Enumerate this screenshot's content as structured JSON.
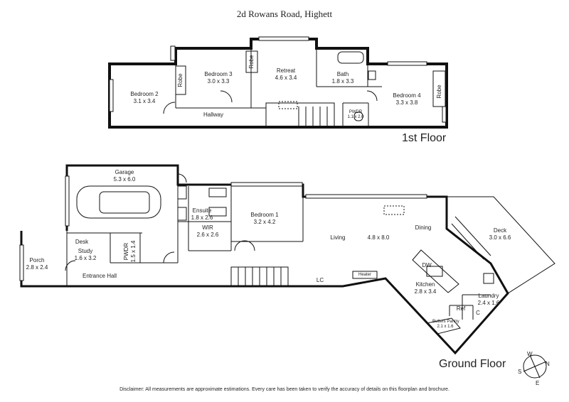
{
  "title": "2d Rowans Road, Highett",
  "floors": {
    "first": "1st Floor",
    "ground": "Ground Floor"
  },
  "rooms_first": {
    "bedroom2": {
      "name": "Bedroom 2",
      "dim": "3.1 x 3.4"
    },
    "bedroom3": {
      "name": "Bedroom 3",
      "dim": "3.0 x 3.3"
    },
    "retreat": {
      "name": "Retreat",
      "dim": "4.6 x 3.4"
    },
    "bath": {
      "name": "Bath",
      "dim": "1.8 x 3.3"
    },
    "bedroom4": {
      "name": "Bedroom 4",
      "dim": "3.3 x 3.8"
    },
    "pwdr": {
      "name": "PWDR",
      "dim": "1.1 x 2.0"
    },
    "hallway": "Hallway",
    "robe": "Robe"
  },
  "rooms_ground": {
    "garage": {
      "name": "Garage",
      "dim": "5.3 x 6.0"
    },
    "ensuite": {
      "name": "Ensuite",
      "dim": "1.8 x 2.6"
    },
    "wir": {
      "name": "WIR",
      "dim": "2.6 x 2.6"
    },
    "bedroom1": {
      "name": "Bedroom 1",
      "dim": "3.2 x 4.2"
    },
    "living": "Living",
    "living_dim": "4.8 x 8.0",
    "dining": "Dining",
    "deck": {
      "name": "Deck",
      "dim": "3.0 x 6.6"
    },
    "desk": "Desk",
    "study": {
      "name": "Study",
      "dim": "1.6 x 3.2"
    },
    "pwdr": {
      "name": "PWDR",
      "dim": "1.5 x 1.4"
    },
    "porch": {
      "name": "Porch",
      "dim": "2.8 x 2.4"
    },
    "entrance": "Entrance Hall",
    "lc": "LC",
    "heater": "Heater",
    "dw": "DW",
    "kitchen": {
      "name": "Kitchen",
      "dim": "2.8 x 3.4"
    },
    "laundry": {
      "name": "Laundry",
      "dim": "2.4 x 1.6"
    },
    "ref": "Ref",
    "c": "C",
    "butlers": {
      "name": "Butlers Pantry",
      "dim": "2.1 x 1.6"
    }
  },
  "compass": {
    "w": "W",
    "n": "N",
    "s": "S",
    "e": "E"
  },
  "disclaimer": "Disclaimer: All measurements are approximate estimations. Every care has been taken to verify the accuracy of details on this floorplan and brochure."
}
